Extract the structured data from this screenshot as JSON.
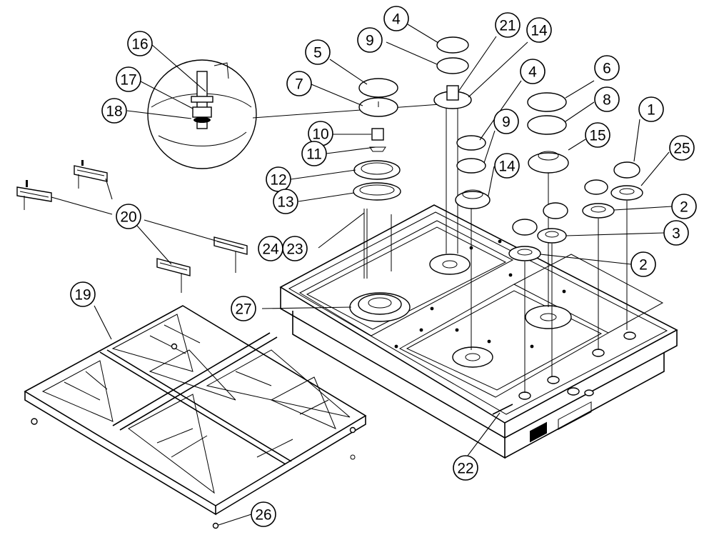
{
  "callouts": {
    "c1": "1",
    "c2a": "2",
    "c2b": "2",
    "c3": "3",
    "c4a": "4",
    "c4b": "4",
    "c5": "5",
    "c6": "6",
    "c7": "7",
    "c8": "8",
    "c9a": "9",
    "c9b": "9",
    "c10": "10",
    "c11": "11",
    "c12": "12",
    "c13": "13",
    "c14a": "14",
    "c14b": "14",
    "c15": "15",
    "c16": "16",
    "c17": "17",
    "c18": "18",
    "c19": "19",
    "c20": "20",
    "c21": "21",
    "c22": "22",
    "c23": "23",
    "c24": "24",
    "c25": "25",
    "c26": "26",
    "c27": "27"
  }
}
